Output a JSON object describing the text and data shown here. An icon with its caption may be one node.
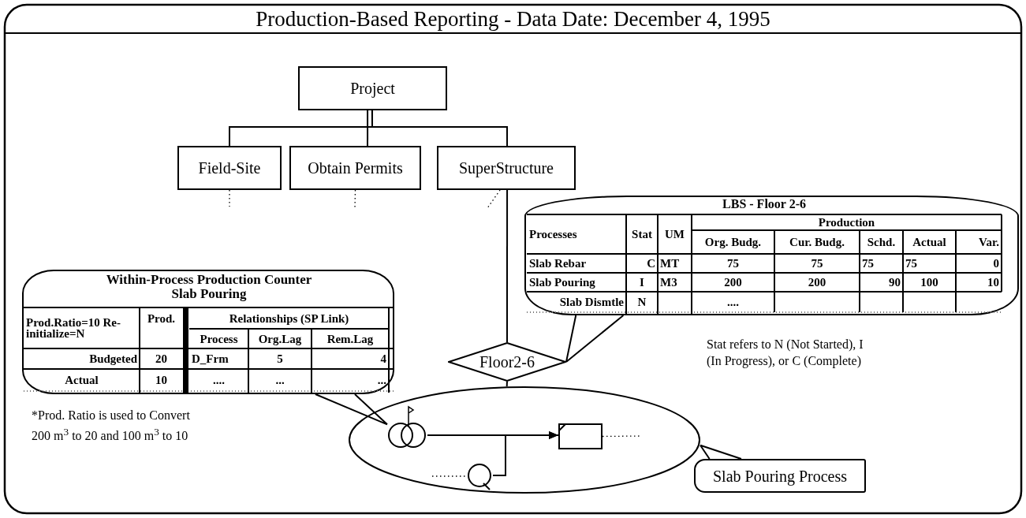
{
  "diagram": {
    "title": "Production-Based Reporting - Data Date: December 4, 1995",
    "nodes": [
      {
        "text": [
          "Project"
        ]
      },
      {
        "text": [
          "Field-Site"
        ]
      },
      {
        "text": [
          "Obtain Permits"
        ]
      },
      {
        "text": [
          "SuperStructure"
        ]
      },
      {
        "text": [
          "LBS - Floor 2-6"
        ]
      },
      {
        "text": [
          "Within-Process Production Counter Slab Pouring"
        ]
      },
      {
        "text": [
          "Floor2-6"
        ]
      },
      {
        "text": [],
        "shape": "ellipse"
      },
      {
        "text": [],
        "shape": "circle",
        "in": 7
      },
      {
        "text": [],
        "shape": "box",
        "in": 7
      },
      {
        "text": [],
        "shape": "circle",
        "in": 7
      },
      {
        "text": [
          "Slab Pouring Process"
        ]
      }
    ],
    "edges": [
      {
        "from": 0,
        "to": 1,
        "arrow": "none"
      },
      {
        "from": 0,
        "to": 2,
        "arrow": "none"
      },
      {
        "from": 0,
        "to": 3,
        "arrow": "none"
      },
      {
        "from": 3,
        "to": 6,
        "arrow": "none"
      },
      {
        "from": 6,
        "to": 7,
        "arrow": "none"
      },
      {
        "from": 4,
        "to": 6,
        "arrow": "none"
      },
      {
        "from": 5,
        "to": 8,
        "arrow": "none"
      },
      {
        "from": 11,
        "to": 7,
        "arrow": "none"
      },
      {
        "from": 8,
        "to": 9,
        "arrow": "to"
      },
      {
        "from": 10,
        "to": 9,
        "arrow": "to"
      },
      {
        "from": 1,
        "to": null,
        "arrow": "none",
        "style": "dashed"
      },
      {
        "from": 2,
        "to": null,
        "arrow": "none",
        "style": "dashed"
      },
      {
        "from": 3,
        "to": null,
        "arrow": "none",
        "style": "dashed"
      },
      {
        "from": 9,
        "to": null,
        "arrow": "none",
        "style": "dashed"
      },
      {
        "from": null,
        "to": 10,
        "arrow": "none",
        "style": "dashed"
      }
    ],
    "labels": [
      "Processes",
      "Stat",
      "UM",
      "Production",
      "Org. Budg.",
      "Cur. Budg.",
      "Schd.",
      "Actual",
      "Var.",
      "Slab Rebar",
      "C",
      "MT",
      "75",
      "75",
      "75",
      "75",
      "0",
      "Slab Pouring",
      "I",
      "M3",
      "200",
      "200",
      "90",
      "100",
      "10",
      "Slab Dismtle",
      "N",
      "....",
      "Stat refers to N (Not Started), I (In Progress), or C (Complete)",
      "Prod.Ratio=10 Re-initialize=N",
      "Prod.",
      "Relationships (SP Link)",
      "Process",
      "Org.Lag",
      "Rem.Lag",
      "Budgeted",
      "20",
      "D_Frm",
      "5",
      "4",
      "Actual",
      "10",
      "....",
      "...",
      "...",
      "*Prod. Ratio is used to Convert 200 m$^{3}$ to 20 and 100 m$^{3}$ to 10"
    ]
  }
}
